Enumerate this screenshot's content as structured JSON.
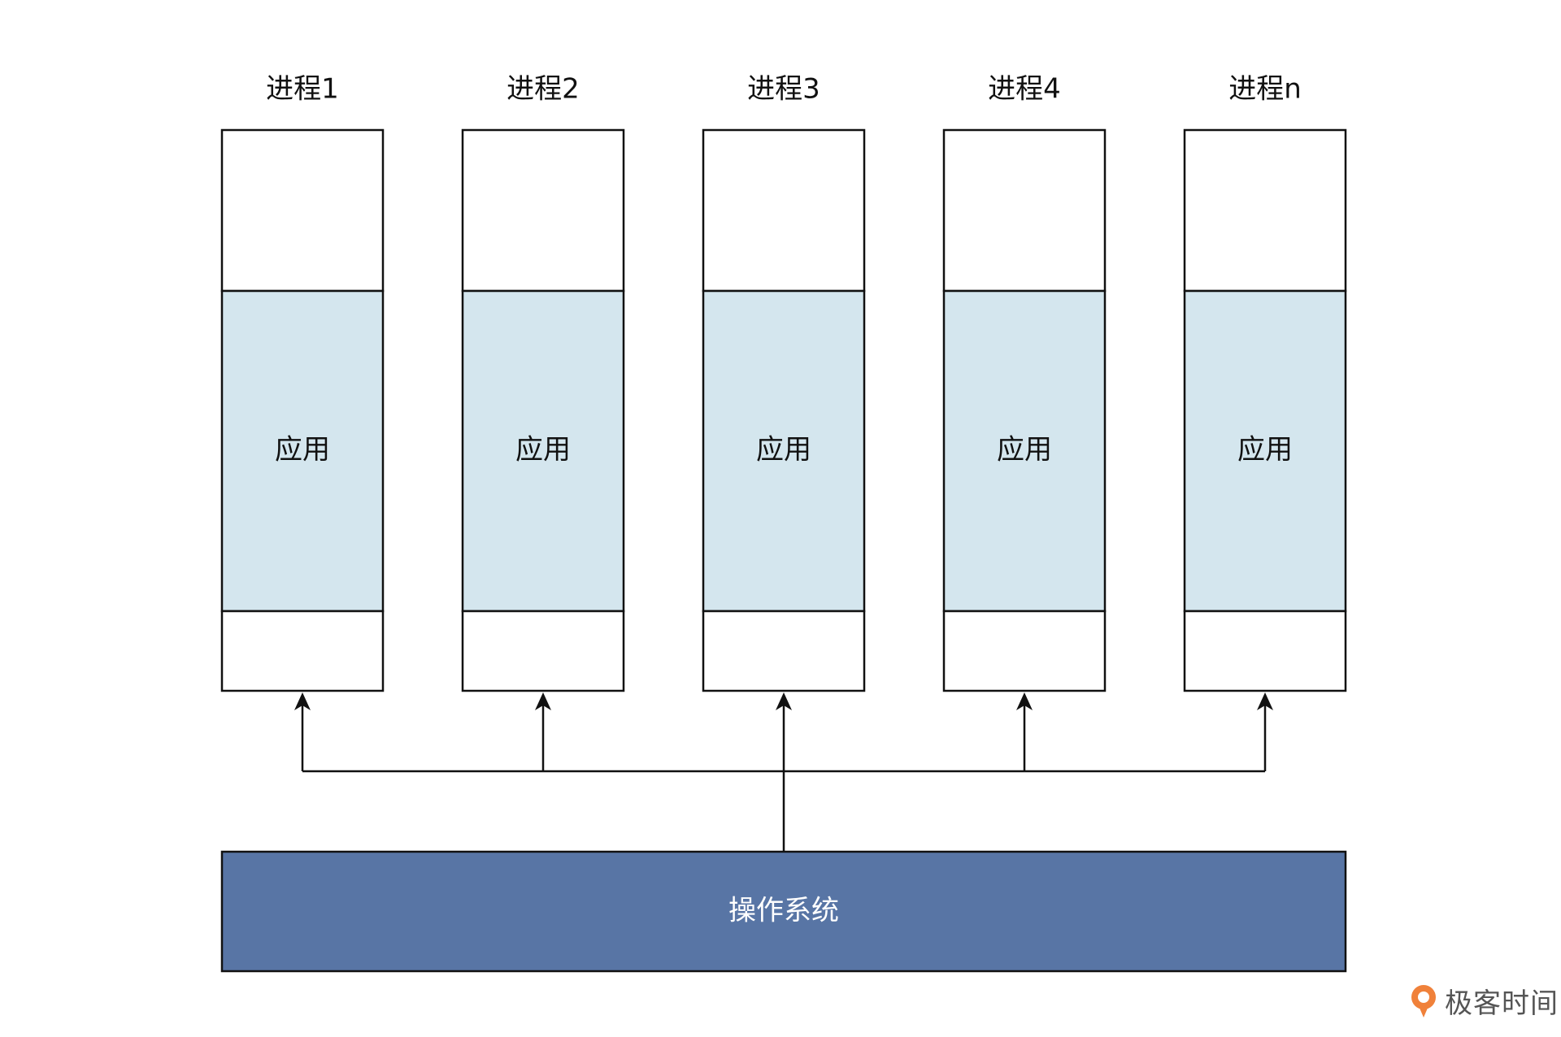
{
  "processes": [
    {
      "title": "进程1",
      "app_label": "应用"
    },
    {
      "title": "进程2",
      "app_label": "应用"
    },
    {
      "title": "进程3",
      "app_label": "应用"
    },
    {
      "title": "进程4",
      "app_label": "应用"
    },
    {
      "title": "进程n",
      "app_label": "应用"
    }
  ],
  "os": {
    "label": "操作系统"
  },
  "brand": {
    "name": "极客时间",
    "icon": "geektime-logo-icon"
  },
  "colors": {
    "app_fill": "#d4e6ee",
    "os_fill": "#5875a5",
    "brand_orange": "#f0813a"
  }
}
